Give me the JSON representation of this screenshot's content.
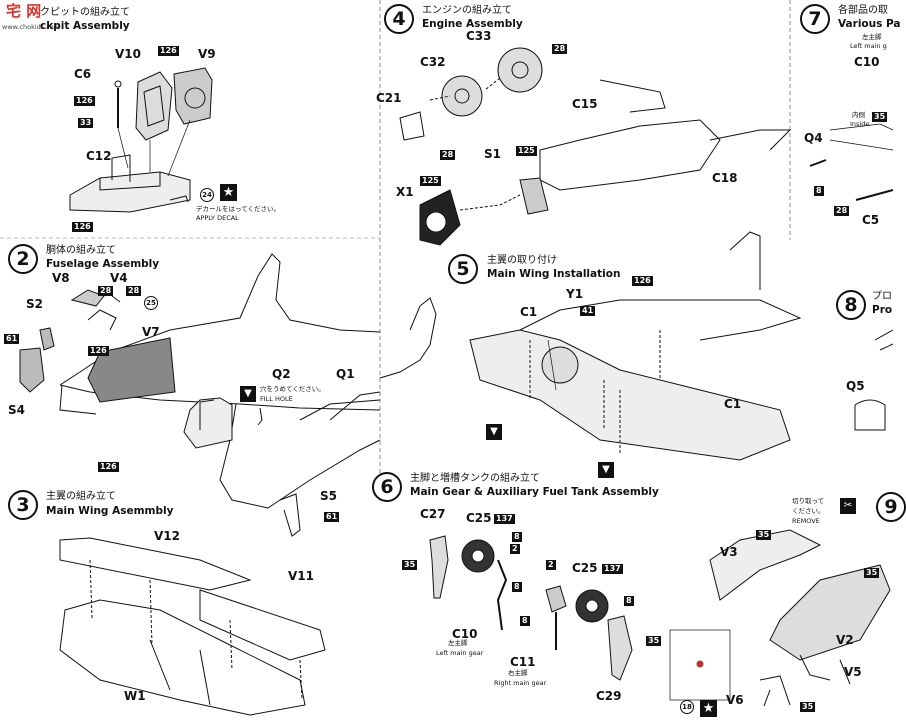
{
  "watermark": {
    "text": "宅 网",
    "sub": "www.chokids.com"
  },
  "steps": [
    {
      "num": "",
      "jp": "クピットの組み立て",
      "en": "ckpit Assembly"
    },
    {
      "num": "2",
      "jp": "胴体の組み立て",
      "en": "Fuselage Assembly"
    },
    {
      "num": "3",
      "jp": "主翼の組み立て",
      "en": "Main Wing Asemmbly"
    },
    {
      "num": "4",
      "jp": "エンジンの組み立て",
      "en": "Engine Assembly"
    },
    {
      "num": "5",
      "jp": "主翼の取り付け",
      "en": "Main Wing Installation"
    },
    {
      "num": "6",
      "jp": "主脚と増槽タンクの組み立て",
      "en": "Main Gear & Auxiliary Fuel Tank Assembly"
    },
    {
      "num": "7",
      "jp": "各部品の取",
      "en": "Various Pa"
    },
    {
      "num": "8",
      "jp": "プロ",
      "en": "Pro"
    },
    {
      "num": "9",
      "jp": "",
      "en": ""
    }
  ],
  "parts": {
    "v10": "V10",
    "v9": "V9",
    "c6": "C6",
    "c12": "C12",
    "v8": "V8",
    "v4": "V4",
    "s2": "S2",
    "v7": "V7",
    "s4": "S4",
    "q2": "Q2",
    "q1": "Q1",
    "s5": "S5",
    "v12": "V12",
    "v11": "V11",
    "w1": "W1",
    "c33": "C33",
    "c32": "C32",
    "c21": "C21",
    "c15": "C15",
    "s1": "S1",
    "x1": "X1",
    "c18": "C18",
    "y1": "Y1",
    "c1a": "C1",
    "c1b": "C1",
    "c27": "C27",
    "c25a": "C25",
    "c25b": "C25",
    "c10": "C10",
    "c11": "C11",
    "c29": "C29",
    "v3": "V3",
    "v2": "V2",
    "v5": "V5",
    "v6": "V6",
    "q4": "Q4",
    "c10r": "C10",
    "c5": "C5",
    "q5": "Q5"
  },
  "paint": {
    "p126a": "126",
    "p126b": "126",
    "p126c": "126",
    "p126d": "126",
    "p126e": "126",
    "p126f": "126",
    "p33": "33",
    "p28a": "28",
    "p28b": "28",
    "p28c": "28",
    "p28d": "28",
    "p28e": "28",
    "p61a": "61",
    "p61b": "61",
    "p125a": "125",
    "p125b": "125",
    "p41": "41",
    "p137a": "137",
    "p137b": "137",
    "p8a": "8",
    "p8b": "8",
    "p8c": "8",
    "p8d": "8",
    "p8e": "8",
    "p2a": "2",
    "p2b": "2",
    "p35a": "35",
    "p35b": "35",
    "p35c": "35",
    "p35d": "35",
    "p35e": "35",
    "p35f": "35",
    "d24": "24",
    "d25": "25",
    "d18": "18"
  },
  "notes": {
    "decal_jp": "デカールをはってください。",
    "decal_en": "APPLY DECAL",
    "fill_jp": "穴をうめてください。",
    "fill_en": "FILL HOLE",
    "left_gear_jp": "左主脚",
    "left_gear_en": "Left main gear",
    "right_gear_jp": "右主脚",
    "right_gear_en": "Right main gear",
    "remove_jp": "切り取って",
    "remove_jp2": "ください。",
    "remove_en": "REMOVE",
    "lmg_jp": "左主脚",
    "lmg_en": "Left main g",
    "inside_jp": "内側",
    "inside_en": "Inside"
  }
}
